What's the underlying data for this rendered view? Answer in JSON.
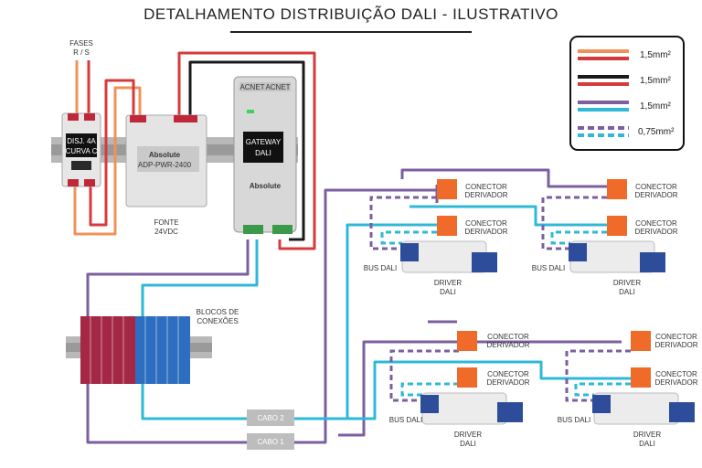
{
  "title": "DETALHAMENTO DISTRIBUIÇÃO DALI - ILUSTRATIVO",
  "colors": {
    "orange": "#f0915a",
    "red": "#d63b3b",
    "black": "#1a1a1a",
    "purple": "#7b5fa0",
    "cyan": "#2fb8d8",
    "breaker_red": "#c0283a",
    "terminal_red": "#a42846",
    "terminal_blue": "#2e6ec0",
    "driver_blue": "#2d4d9a",
    "connector_orange": "#f06a2a"
  },
  "legend": {
    "items": [
      {
        "label": "1,5mm²"
      },
      {
        "label": "1,5mm²"
      },
      {
        "label": "1,5mm²"
      },
      {
        "label": "0,75mm²"
      }
    ]
  },
  "labels": {
    "fases": "FASES",
    "rs": "R / S",
    "breaker_line1": "DISJ. 4A",
    "breaker_line2": "CURVA C",
    "fonte_line1": "FONTE",
    "fonte_line2": "24VDC",
    "psu_brand": "Absolute",
    "psu_model": "ADP-PWR-2400",
    "gateway_line1": "GATEWAY",
    "gateway_line2": "DALI",
    "gateway_brand": "Absolute",
    "gateway_top_left": "ACNET",
    "gateway_top_right": "ACNET",
    "blocos_line1": "BLOCOS DE",
    "blocos_line2": "CONEXÕES",
    "cabo2": "CABO 2",
    "cabo1": "CABO 1",
    "conector_line1": "CONECTOR",
    "conector_line2": "DERIVADOR",
    "bus_dali": "BUS DALI",
    "driver_line1": "DRIVER",
    "driver_line2": "DALI"
  }
}
